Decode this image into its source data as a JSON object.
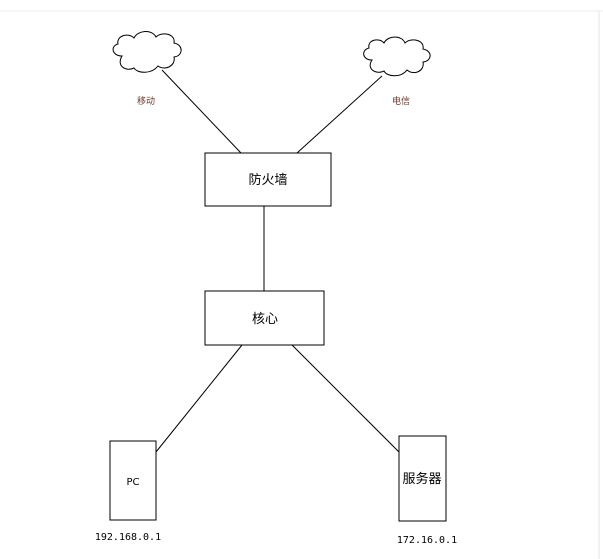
{
  "diagram": {
    "clouds": [
      {
        "id": "mobile",
        "label": "移动"
      },
      {
        "id": "telecom",
        "label": "电信"
      }
    ],
    "nodes": [
      {
        "id": "firewall",
        "label": "防火墙"
      },
      {
        "id": "core",
        "label": "核心"
      },
      {
        "id": "pc",
        "label": "PC",
        "ip": "192.168.0.1"
      },
      {
        "id": "server",
        "label": "服务器",
        "ip": "172.16.0.1"
      }
    ],
    "edges": [
      {
        "from": "mobile",
        "to": "firewall"
      },
      {
        "from": "telecom",
        "to": "firewall"
      },
      {
        "from": "firewall",
        "to": "core"
      },
      {
        "from": "core",
        "to": "pc"
      },
      {
        "from": "core",
        "to": "server"
      }
    ]
  }
}
